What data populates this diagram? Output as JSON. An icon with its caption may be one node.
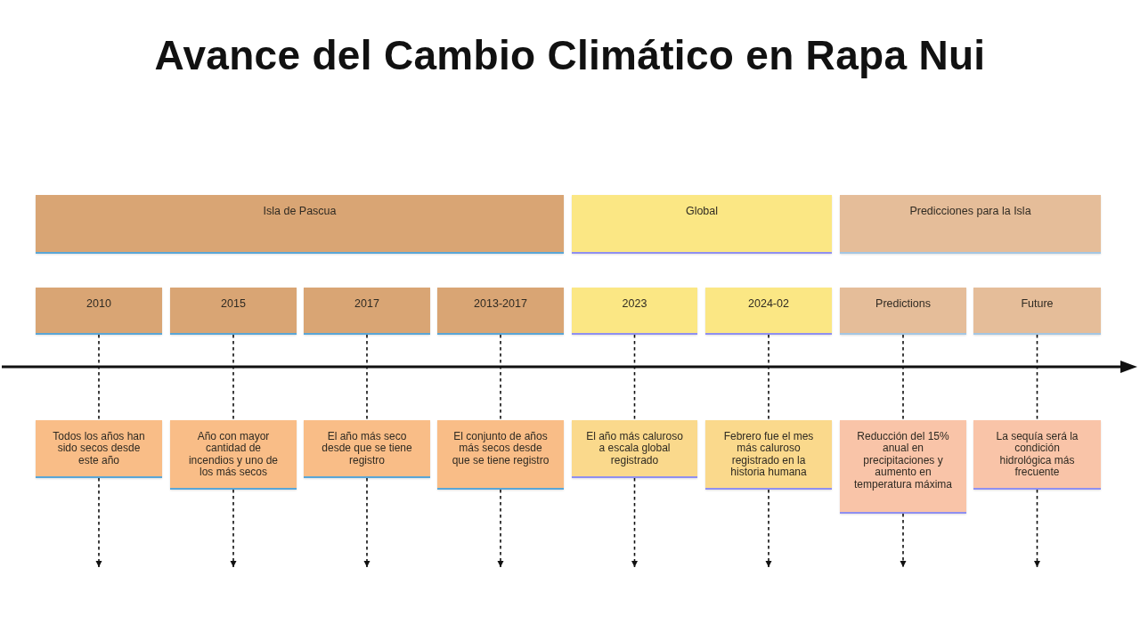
{
  "diagram": {
    "title": "Avance del Cambio Climático en Rapa Nui",
    "nodes": [
      {
        "text": [
          "Isla de Pascua"
        ]
      },
      {
        "text": [
          "Global"
        ]
      },
      {
        "text": [
          "Predicciones para la Isla"
        ]
      },
      {
        "text": [
          "2010"
        ]
      },
      {
        "text": [
          "2015"
        ]
      },
      {
        "text": [
          "2017"
        ]
      },
      {
        "text": [
          "2013-2017"
        ]
      },
      {
        "text": [
          "2023"
        ]
      },
      {
        "text": [
          "2024-02"
        ]
      },
      {
        "text": [
          "Predictions"
        ]
      },
      {
        "text": [
          "Future"
        ]
      },
      {
        "text": [
          "Todos los años han sido secos desde este año"
        ]
      },
      {
        "text": [
          "Año con mayor cantidad de incendios y uno de los más secos"
        ]
      },
      {
        "text": [
          "El año más seco desde que se tiene registro"
        ]
      },
      {
        "text": [
          "El conjunto de años más secos desde que se tiene registro"
        ]
      },
      {
        "text": [
          "El año más caluroso a escala global registrado"
        ]
      },
      {
        "text": [
          "Febrero fue el mes más caluroso registrado en la historia humana"
        ]
      },
      {
        "text": [
          "Reducción del 15% anual en precipitaciones y aumento en temperatura máxima"
        ]
      },
      {
        "text": [
          "La sequía será la condición hidrológica más frecuente"
        ]
      }
    ],
    "edges": [
      {
        "from": 3,
        "to": 11,
        "arrow": "none",
        "style": "dashed"
      },
      {
        "from": 11,
        "to": null,
        "arrow": "to",
        "style": "dashed"
      },
      {
        "from": 4,
        "to": 12,
        "arrow": "none",
        "style": "dashed"
      },
      {
        "from": 12,
        "to": null,
        "arrow": "to",
        "style": "dashed"
      },
      {
        "from": 5,
        "to": 13,
        "arrow": "none",
        "style": "dashed"
      },
      {
        "from": 13,
        "to": null,
        "arrow": "to",
        "style": "dashed"
      },
      {
        "from": 6,
        "to": 14,
        "arrow": "none",
        "style": "dashed"
      },
      {
        "from": 14,
        "to": null,
        "arrow": "to",
        "style": "dashed"
      },
      {
        "from": 7,
        "to": 15,
        "arrow": "none",
        "style": "dashed"
      },
      {
        "from": 15,
        "to": null,
        "arrow": "to",
        "style": "dashed"
      },
      {
        "from": 8,
        "to": 16,
        "arrow": "none",
        "style": "dashed"
      },
      {
        "from": 16,
        "to": null,
        "arrow": "to",
        "style": "dashed"
      },
      {
        "from": 9,
        "to": 17,
        "arrow": "none",
        "style": "dashed"
      },
      {
        "from": 17,
        "to": null,
        "arrow": "to",
        "style": "dashed"
      },
      {
        "from": 10,
        "to": 18,
        "arrow": "none",
        "style": "dashed"
      },
      {
        "from": 18,
        "to": null,
        "arrow": "to",
        "style": "dashed"
      }
    ]
  }
}
